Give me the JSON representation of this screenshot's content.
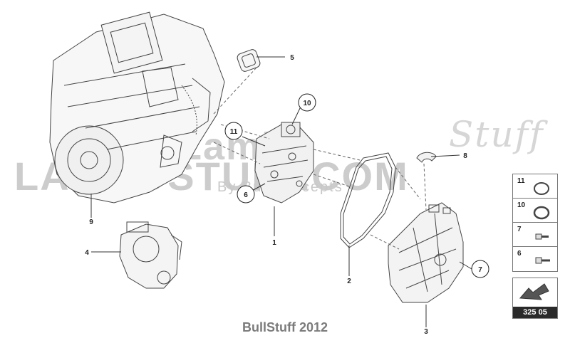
{
  "watermark": {
    "brand": "Lambo",
    "brand_suffix": "Stuff",
    "site": "LAMBOSTUFF.COM",
    "by_line": "By BullConcepts"
  },
  "callouts": [
    {
      "label": "1"
    },
    {
      "label": "2"
    },
    {
      "label": "3"
    },
    {
      "label": "4"
    },
    {
      "label": "5"
    },
    {
      "label": "6"
    },
    {
      "label": "7"
    },
    {
      "label": "8"
    },
    {
      "label": "9"
    },
    {
      "label": "10"
    },
    {
      "label": "11"
    }
  ],
  "legend": {
    "items": [
      {
        "label": "11",
        "icon": "o-ring-icon"
      },
      {
        "label": "10",
        "icon": "o-ring-icon"
      },
      {
        "label": "7",
        "icon": "bolt-icon"
      },
      {
        "label": "6",
        "icon": "bolt-icon"
      }
    ]
  },
  "page_box": {
    "number": "325 05",
    "icon": "page-arrow-icon"
  },
  "footer": {
    "text": "BullStuff 2012"
  }
}
